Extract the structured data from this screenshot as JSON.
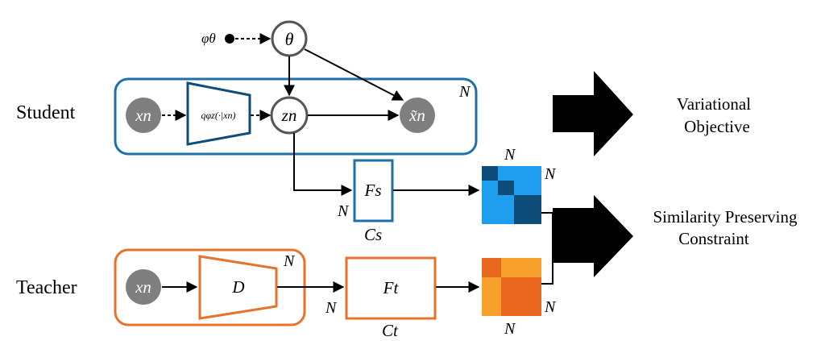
{
  "labels": {
    "student": "Student",
    "teacher": "Teacher",
    "variational_objective_line1": "Variational",
    "variational_objective_line2": "Objective",
    "similarity_line1": "Similarity Preserving",
    "similarity_line2": "Constraint"
  },
  "nodes": {
    "phi_theta": "φθ",
    "theta": "θ",
    "x_n_student": "xn",
    "z_n": "zn",
    "x_tilde_n": "x̃n",
    "x_n_teacher": "xn"
  },
  "boxes": {
    "encoder_q": "qφz(·|xn)",
    "decoder_D": "D",
    "F_s": "Fs",
    "F_t": "Ft",
    "C_s": "Cs",
    "C_t": "Ct"
  },
  "plate_labels": {
    "student_plate": "N",
    "teacher_plate": "N",
    "F_s_N": "N",
    "F_t_N": "N",
    "student_matrix_top": "N",
    "student_matrix_right": "N",
    "teacher_matrix_right": "N",
    "teacher_matrix_bottom": "N"
  },
  "colors": {
    "student_blue": "#1f6fa8",
    "teacher_orange": "#e8722a",
    "node_gray": "#7f7f7f",
    "dark_blue": "#0e4d7a",
    "light_blue": "#1f9ef0",
    "dark_orange": "#e8661e",
    "light_orange": "#f7a12c"
  }
}
